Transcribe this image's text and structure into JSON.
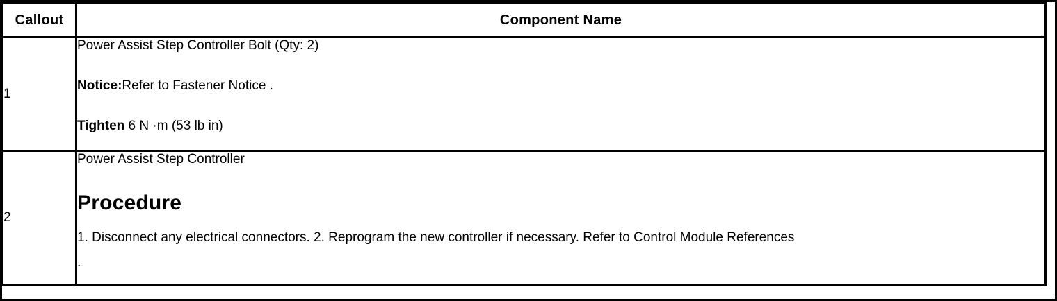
{
  "table": {
    "headers": {
      "callout": "Callout",
      "component": "Component Name"
    },
    "rows": [
      {
        "callout": "1",
        "component_title": "Power Assist Step Controller Bolt (Qty: 2)",
        "notice_label": "Notice:",
        "notice_text": "Refer to Fastener Notice .",
        "tighten_label": "Tighten",
        "tighten_text": " 6 N ·m (53 lb in)"
      },
      {
        "callout": "2",
        "component_title": "Power Assist Step Controller",
        "procedure_heading": "Procedure",
        "procedure_text": "1. Disconnect any electrical connectors. 2. Reprogram the new controller if necessary. Refer to Control Module References",
        "procedure_text_cont": "."
      }
    ]
  }
}
